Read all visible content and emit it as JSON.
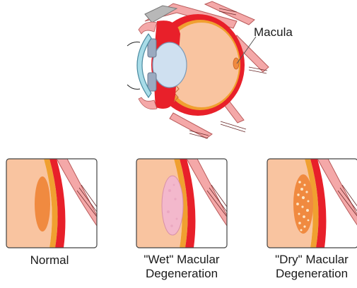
{
  "diagram": {
    "callout_label": "Macula",
    "panels": [
      {
        "id": "normal",
        "caption_lines": [
          "Normal"
        ]
      },
      {
        "id": "wet",
        "caption_lines": [
          "\"Wet\" Macular",
          "Degeneration"
        ]
      },
      {
        "id": "dry",
        "caption_lines": [
          "\"Dry\" Macular",
          "Degeneration"
        ]
      }
    ]
  },
  "colors": {
    "sclera_red": "#e8202a",
    "choroid_orange": "#f0a030",
    "vitreous_peach": "#f9c4a0",
    "macula_orange": "#f08a40",
    "muscle_pink": "#f4a8a8",
    "lens_blue": "#cfe0f0",
    "cornea_cyan": "#a8dce8",
    "wet_pink": "#f3b8cc",
    "dry_spots": "#fbe6c8"
  }
}
